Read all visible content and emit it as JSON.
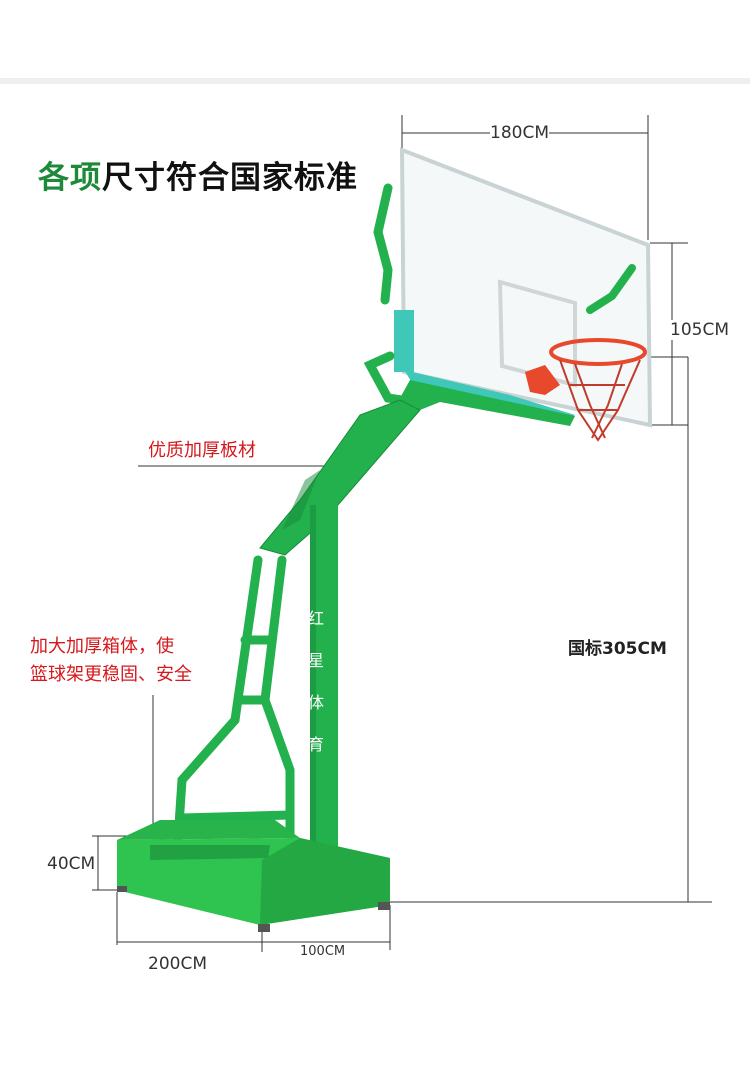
{
  "headline": {
    "lead": "各项",
    "rest": "尺寸符合国家标准"
  },
  "dimensions": {
    "backboard_width": "180CM",
    "backboard_height": "105CM",
    "rim_height": "国标305CM",
    "base_height": "40CM",
    "base_length": "200CM",
    "overhang": "100CM"
  },
  "callouts": {
    "board_material": "优质加厚板材",
    "base_line1": "加大加厚箱体，使",
    "base_line2": "篮球架更稳固、安全"
  },
  "pole_text": "红星体育",
  "colors": {
    "frame_green": "#22b14c",
    "frame_dark": "#178a3a",
    "base_green": "#2ec44f",
    "padding_teal": "#3fc7b8",
    "rim_red": "#e8482c",
    "accent_red": "#d6181c"
  }
}
